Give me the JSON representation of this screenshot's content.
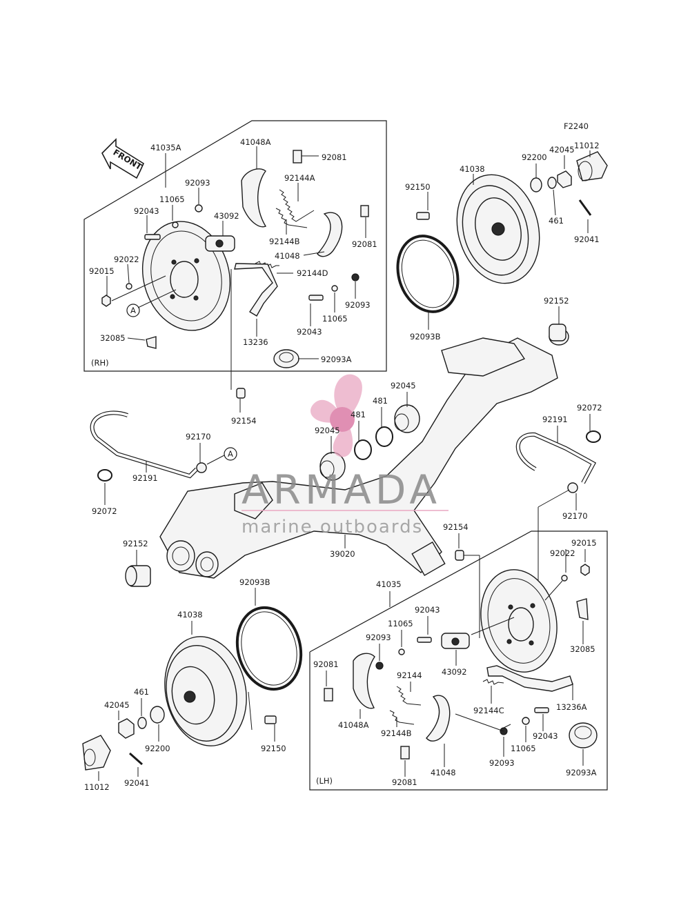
{
  "figure_code": "F2240",
  "front_label": "FRONT",
  "rh_tag": "(RH)",
  "lh_tag": "(LH)",
  "watermark": {
    "brand": "ARMADA",
    "tagline": "marine outboards",
    "color": "#e9a7c2"
  },
  "callout_a": "A",
  "labels": {
    "p41035A": "41035A",
    "p41048A_rh": "41048A",
    "p92081_top": "92081",
    "p92144A": "92144A",
    "p92093_rh1": "92093",
    "p11065_rh1": "11065",
    "p43092_rh": "43092",
    "p92043_rh1": "92043",
    "p92144B_rh": "92144B",
    "p92081_rh2": "92081",
    "p41048_rh": "41048",
    "p92022_rh": "92022",
    "p92015_rh": "92015",
    "p92144D": "92144D",
    "p92093_rh2": "92093",
    "p11065_rh2": "11065",
    "p92043_rh2": "92043",
    "p13236": "13236",
    "p32085_rh": "32085",
    "p92093A_rh": "92093A",
    "p41038_top": "41038",
    "p92150_top": "92150",
    "p92200_top": "92200",
    "p42045_top": "42045",
    "p11012_top": "11012",
    "p461_top": "461",
    "p92041_top": "92041",
    "p92093B_top": "92093B",
    "p92152_top": "92152",
    "p92045_top": "92045",
    "p481_top": "481",
    "p481_mid": "481",
    "p92045_mid": "92045",
    "p92154_top": "92154",
    "p92170_left": "92170",
    "p92191_left": "92191",
    "p92072_left": "92072",
    "p92072_right": "92072",
    "p92191_right": "92191",
    "p92170_right": "92170",
    "p92152_left": "92152",
    "p39020": "39020",
    "p92154_mid": "92154",
    "p92015_lh": "92015",
    "p92022_lh": "92022",
    "p32085_lh": "32085",
    "p92093B_bot": "92093B",
    "p41035": "41035",
    "p92043_lh1": "92043",
    "p11065_lh1": "11065",
    "p92093_lh1": "92093",
    "p43092_lh": "43092",
    "p92081_lh1": "92081",
    "p92144": "92144",
    "p41048A_lh": "41048A",
    "p92144B_lh": "92144B",
    "p92144C": "92144C",
    "p13236A": "13236A",
    "p92043_lh2": "92043",
    "p11065_lh2": "11065",
    "p92093_lh2": "92093",
    "p41048_lh": "41048",
    "p92081_lh2": "92081",
    "p92093A_lh": "92093A",
    "p41038_bot": "41038",
    "p461_bot": "461",
    "p42045_bot": "42045",
    "p92200_bot": "92200",
    "p92150_bot": "92150",
    "p11012_bot": "11012",
    "p92041_bot": "92041"
  }
}
